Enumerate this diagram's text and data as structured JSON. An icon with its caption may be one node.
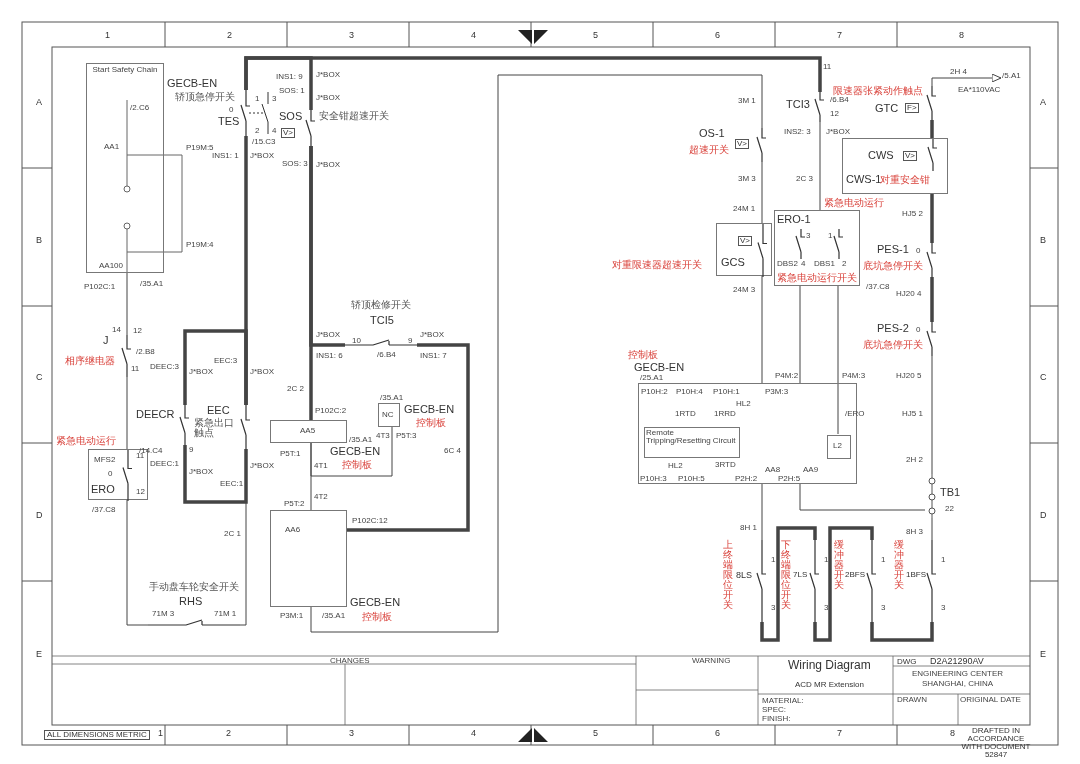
{
  "diagram": {
    "nodes": [
      {
        "text": [
          "Start Safety Chain",
          "GECB-EN"
        ]
      },
      {
        "text": [
          "轿顶急停开关",
          "TES"
        ]
      },
      {
        "text": [
          "SOS",
          "V>"
        ],
        "beside": [
          "安全钳超速开关"
        ]
      },
      {
        "text": [
          "J",
          "相序继电器"
        ],
        "beside": [
          "/2.B8"
        ]
      },
      {
        "text": [
          "紧急电动运行",
          "ERO"
        ],
        "beside": [
          "/37.C8"
        ]
      },
      {
        "text": [
          "DEECR"
        ],
        "beside": [
          "/14.C4"
        ]
      },
      {
        "text": [
          "EEC",
          "紧急出口触点"
        ]
      },
      {
        "text": [
          "轿顶检修开关",
          "TCI5"
        ],
        "beside": [
          "/6.B4"
        ]
      },
      {
        "text": [
          "AA5",
          "GECB-EN",
          "控制板"
        ]
      },
      {
        "text": [
          "NC",
          "GECB-EN",
          "控制板"
        ]
      },
      {
        "text": [
          "AA6",
          "GECB-EN",
          "控制板"
        ]
      },
      {
        "text": [
          "手动盘车轮安全开关",
          "RHS"
        ]
      },
      {
        "text": [
          "OS-1",
          "超速开关",
          "V>"
        ]
      },
      {
        "text": [
          "TCI3"
        ]
      },
      {
        "text": [
          "限速器张紧动作触点",
          "GTC",
          "F>"
        ]
      },
      {
        "text": [
          "CWS",
          "V>",
          "CWS-1",
          "对重安全钳"
        ]
      },
      {
        "text": [
          "V>",
          "GCS"
        ],
        "beside": [
          "对重限速器超速开关"
        ]
      },
      {
        "text": [
          "紧急电动运行",
          "ERO-1",
          "紧急电动运行开关"
        ],
        "beside": [
          "/37.C8"
        ]
      },
      {
        "text": [
          "PES-1",
          "底坑急停开关"
        ]
      },
      {
        "text": [
          "PES-2",
          "底坑急停开关"
        ]
      },
      {
        "text": [
          "控制板",
          "GECB-EN"
        ],
        "beside": [
          "/25.A1"
        ]
      },
      {
        "text": [
          "Remote Tripping/Resetting Circuit"
        ],
        "in": 20
      },
      {
        "text": [
          "L2"
        ],
        "in": 20
      },
      {
        "text": [
          "TB1"
        ]
      },
      {
        "text": [
          "上终端限位开关",
          "8LS"
        ]
      },
      {
        "text": [
          "下终端限位开关",
          "7LS"
        ]
      },
      {
        "text": [
          "缓冲器开关",
          "2BFS"
        ]
      },
      {
        "text": [
          "缓冲器开关",
          "1BFS"
        ]
      },
      {
        "text": [
          "/5.A1"
        ]
      }
    ],
    "edges": [
      {
        "from": 0,
        "to": 3,
        "arrow": "none"
      },
      {
        "from": 3,
        "to": 4,
        "arrow": "none"
      },
      {
        "from": 4,
        "to": 11,
        "arrow": "none"
      },
      {
        "from": 11,
        "to": 6,
        "arrow": "none"
      },
      {
        "from": 6,
        "to": 1,
        "arrow": "none",
        "style": "thick"
      },
      {
        "from": 5,
        "to": 6,
        "arrow": "none",
        "style": "thick"
      },
      {
        "from": 5,
        "to": 6,
        "arrow": "none",
        "style": "thick"
      },
      {
        "from": 1,
        "to": 2,
        "arrow": "none",
        "style": "thick"
      },
      {
        "from": 1,
        "to": 13,
        "arrow": "none",
        "style": "thick"
      },
      {
        "from": 2,
        "to": 8,
        "arrow": "none",
        "style": "thick"
      },
      {
        "from": 2,
        "to": 7,
        "arrow": "none",
        "style": "thick"
      },
      {
        "from": 7,
        "to": 10,
        "arrow": "none",
        "style": "thick"
      },
      {
        "from": 8,
        "to": 10,
        "arrow": "none"
      },
      {
        "from": 8,
        "to": 9,
        "arrow": "none"
      },
      {
        "from": 10,
        "to": 12,
        "arrow": "none"
      },
      {
        "from": 12,
        "to": 16,
        "arrow": "none"
      },
      {
        "from": 16,
        "to": 20,
        "arrow": "none"
      },
      {
        "from": 13,
        "to": 17,
        "arrow": "none"
      },
      {
        "from": 17,
        "to": 20,
        "arrow": "none"
      },
      {
        "from": 17,
        "to": 22,
        "arrow": "none"
      },
      {
        "from": 20,
        "to": 24,
        "arrow": "none"
      },
      {
        "from": 24,
        "to": 25,
        "arrow": "none",
        "style": "thick"
      },
      {
        "from": 25,
        "to": 26,
        "arrow": "none",
        "style": "thick"
      },
      {
        "from": 26,
        "to": 27,
        "arrow": "none",
        "style": "thick"
      },
      {
        "from": 27,
        "to": 23,
        "arrow": "none"
      },
      {
        "from": 20,
        "to": 23,
        "arrow": "none"
      },
      {
        "from": 23,
        "to": 19,
        "arrow": "none"
      },
      {
        "from": 19,
        "to": 18,
        "arrow": "none",
        "style": "thick"
      },
      {
        "from": 18,
        "to": 15,
        "arrow": "none",
        "style": "thick"
      },
      {
        "from": 15,
        "to": 14,
        "arrow": "none",
        "style": "thick"
      },
      {
        "from": 14,
        "to": 28,
        "arrow": "to"
      }
    ],
    "labels": [
      "1",
      "2",
      "3",
      "4",
      "5",
      "6",
      "7",
      "8",
      "A",
      "A",
      "B",
      "B",
      "C",
      "C",
      "D",
      "D",
      "E",
      "E",
      "/2.C6",
      "AA1",
      "P19M:5",
      "P19M:4",
      "AA100",
      "P102C:1",
      "/35.A1",
      "INS1: 9",
      "J*BOX",
      "SOS: 1",
      "J*BOX",
      "0",
      "1",
      "3",
      "/15.C3",
      "2",
      "4",
      "INS1: 1",
      "J*BOX",
      "SOS: 3",
      "J*BOX",
      "14",
      "12",
      "11",
      "DEEC:3",
      "J*BOX",
      "EEC:3",
      "J*BOX",
      "9",
      "MFS2",
      "11",
      "0",
      "12",
      "DEEC:1",
      "J*BOX",
      "EEC:1",
      "J*BOX",
      "2C 1",
      "71M 3",
      "71M 1",
      "J*BOX",
      "INS1: 6",
      "10",
      "9",
      "J*BOX",
      "INS1: 7",
      "2C 2",
      "P102C:2",
      "/35.A1",
      "P5T:1",
      "4T1",
      "/35.A1",
      "4T3",
      "P5T:3",
      "6C 4",
      "4T2",
      "P5T:2",
      "P102C:12",
      "P3M:1",
      "/35.A1",
      "3M 1",
      "3M 3",
      "11",
      "/6.B4",
      "12",
      "INS2: 3",
      "J*BOX",
      "2C 3",
      "24M 1",
      "24M 3",
      "3",
      "1",
      "DBS2",
      "4",
      "DBS1",
      "2",
      "2H 4",
      "EA*110VAC",
      "0",
      "HJ5 2",
      "HJ20 4",
      "0",
      "HJ20 5",
      "HJ5 1",
      "2H 2",
      "22",
      "8H 3",
      "P10H:2",
      "P10H:4",
      "P10H:1",
      "P3M:3",
      "P4M:2",
      "P4M:3",
      "HL2",
      "1RTD",
      "1RRD",
      "/ERO",
      "HL2",
      "3RTD",
      "AA8",
      "AA9",
      "P10H:3",
      "P10H:5",
      "P2H:2",
      "P2H:5",
      "8H 1",
      "1",
      "3",
      "1",
      "3",
      "1",
      "3",
      "1",
      "3",
      "CHANGES",
      "WARNING",
      "Wiring Diagram",
      "ACD MR Extension",
      "MATERIAL:",
      "SPEC:",
      "FINISH:",
      "DWG",
      "D2A21290AV",
      "ENGINEERING CENTER",
      "SHANGHAI, CHINA",
      "DRAWN",
      "ORIGINAL DATE",
      "ALL DIMENSIONS METRIC",
      "1",
      "2",
      "3",
      "4",
      "5",
      "6",
      "7",
      "8",
      "DRAFTED IN ACCORDANCE WITH DOCUMENT 52847"
    ]
  }
}
